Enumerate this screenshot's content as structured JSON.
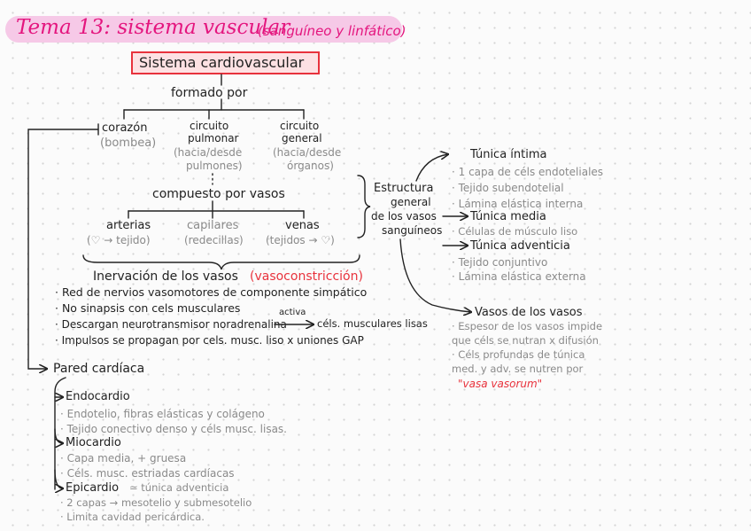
{
  "title": {
    "main": "Tema 13: sistema vascular",
    "sub": "(sanguíneo y linfático)"
  },
  "cardio": {
    "box_label": "Sistema cardiovascular",
    "formado_por": "formado por",
    "corazon": {
      "name": "corazón",
      "note": "(bombea)"
    },
    "circ_pulmonar": {
      "name1": "circuito",
      "name2": "pulmonar",
      "note1": "(hacia/desde",
      "note2": "pulmones)"
    },
    "circ_general": {
      "name1": "circuito",
      "name2": "general",
      "note1": "(hacia/desde",
      "note2": "órganos)"
    },
    "compuesto": "compuesto por vasos",
    "arterias": {
      "name": "arterias",
      "note": "(♡ → tejido)"
    },
    "capilares": {
      "name": "capilares",
      "note": "(redecillas)"
    },
    "venas": {
      "name": "venas",
      "note": "(tejidos → ♡)"
    }
  },
  "inervacion": {
    "heading": "Inervación de los vasos",
    "heading_red": "(vasoconstricción)",
    "items": [
      "· Red de nervios vasomotores de componente simpático",
      "· No sinapsis con cels musculares",
      "· Descargan neurotransmisor noradrenalina",
      "· Impulsos se propagan por cels. musc. liso x uniones GAP"
    ],
    "activa": "activa",
    "activa_target": "céls. musculares lisas"
  },
  "estructura": {
    "label_lines": [
      "Estructura",
      "general",
      "de los vasos",
      "sanguíneos"
    ],
    "intima": {
      "name": "Túnica íntima",
      "items": [
        "· 1 capa de céls endoteliales",
        "· Tejido subendotelial",
        "· Lámina elástica interna"
      ]
    },
    "media": {
      "name": "Túnica media",
      "items": [
        "· Células de músculo liso"
      ]
    },
    "adventicia": {
      "name": "Túnica adventicia",
      "items": [
        "· Tejido conjuntivo",
        "· Lámina elástica externa"
      ]
    },
    "vasa": {
      "name": "Vasos de los vasos",
      "items": [
        "· Espesor de los vasos impide",
        "que céls se nutran x difusión",
        "· Céls profundas de túnica",
        "med. y adv. se nutren por"
      ],
      "red": "\"vasa vasorum\""
    }
  },
  "pared": {
    "heading": "Pared cardíaca",
    "endocardio": {
      "name": "Endocardio",
      "items": [
        "· Endotelio, fibras elásticas y colágeno",
        "· Tejido conectivo denso y céls musc. lisas."
      ]
    },
    "miocardio": {
      "name": "Miocardio",
      "items": [
        "· Capa media, + gruesa",
        "· Céls. musc. estriadas cardíacas"
      ]
    },
    "epicardio": {
      "name": "Epicardio",
      "suffix": "≃ túnica adventicia",
      "items": [
        "· 2 capas → mesotelio y submesotelio",
        "· Limita cavidad pericárdica."
      ]
    }
  }
}
